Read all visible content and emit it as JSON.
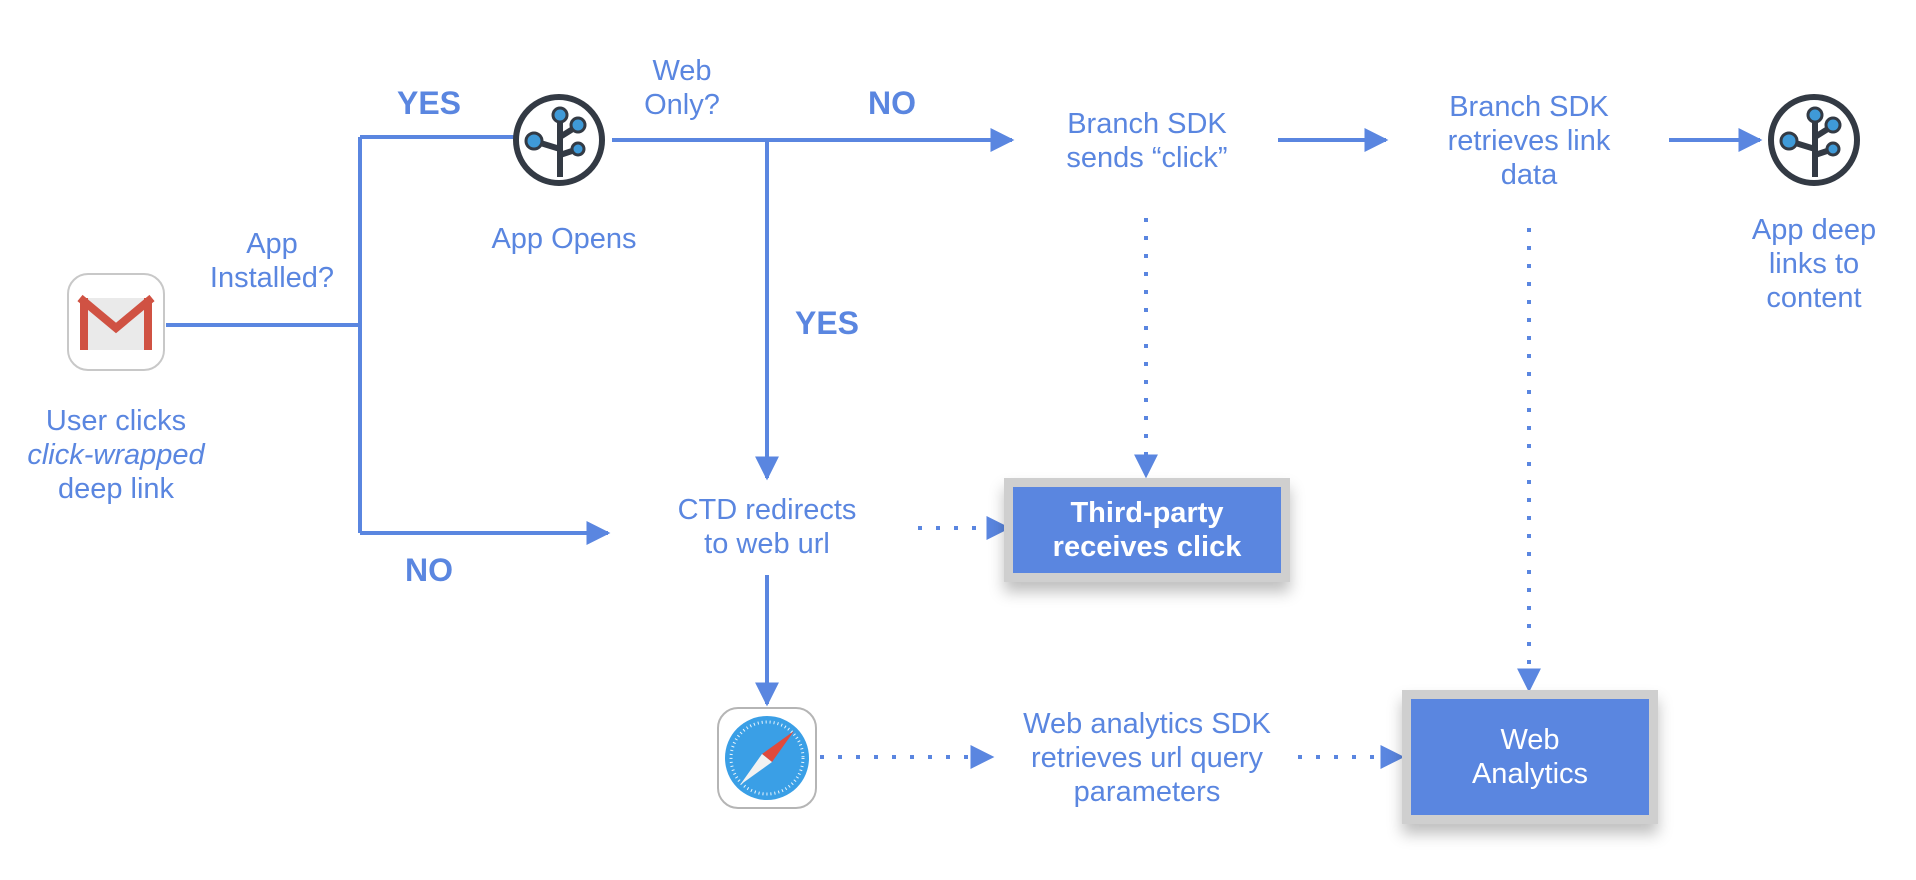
{
  "diagram": {
    "colors": {
      "accent": "#5a86e0",
      "box_border": "#cfcfcf",
      "icon_dark": "#333a44",
      "icon_node": "#3f9ad8"
    },
    "nodes": {
      "user_click": {
        "line1": "User clicks",
        "line2": "click-wrapped",
        "line3": "deep link",
        "icon": "gmail-icon"
      },
      "app_installed": {
        "line1": "App",
        "line2": "Installed?"
      },
      "app_opens": {
        "label": "App Opens",
        "icon": "branch-tree-icon"
      },
      "web_only": {
        "line1": "Web",
        "line2": "Only?"
      },
      "branch_sends": {
        "line1": "Branch SDK",
        "line2": "sends “click”"
      },
      "branch_retrieves": {
        "line1": "Branch SDK",
        "line2": "retrieves link",
        "line3": "data"
      },
      "app_deep_links": {
        "line1": "App deep",
        "line2": "links to",
        "line3": "content",
        "icon": "branch-tree-icon"
      },
      "ctd_redirects": {
        "line1": "CTD redirects",
        "line2": "to web url"
      },
      "third_party": {
        "line1": "Third-party",
        "line2": "receives click"
      },
      "safari": {
        "icon": "safari-icon"
      },
      "web_sdk": {
        "line1": "Web analytics SDK",
        "line2": "retrieves url query",
        "line3": "parameters"
      },
      "web_analytics": {
        "line1": "Web",
        "line2": "Analytics"
      }
    },
    "edge_labels": {
      "installed_yes": "YES",
      "installed_no": "NO",
      "web_only_no": "NO",
      "web_only_yes": "YES"
    }
  }
}
